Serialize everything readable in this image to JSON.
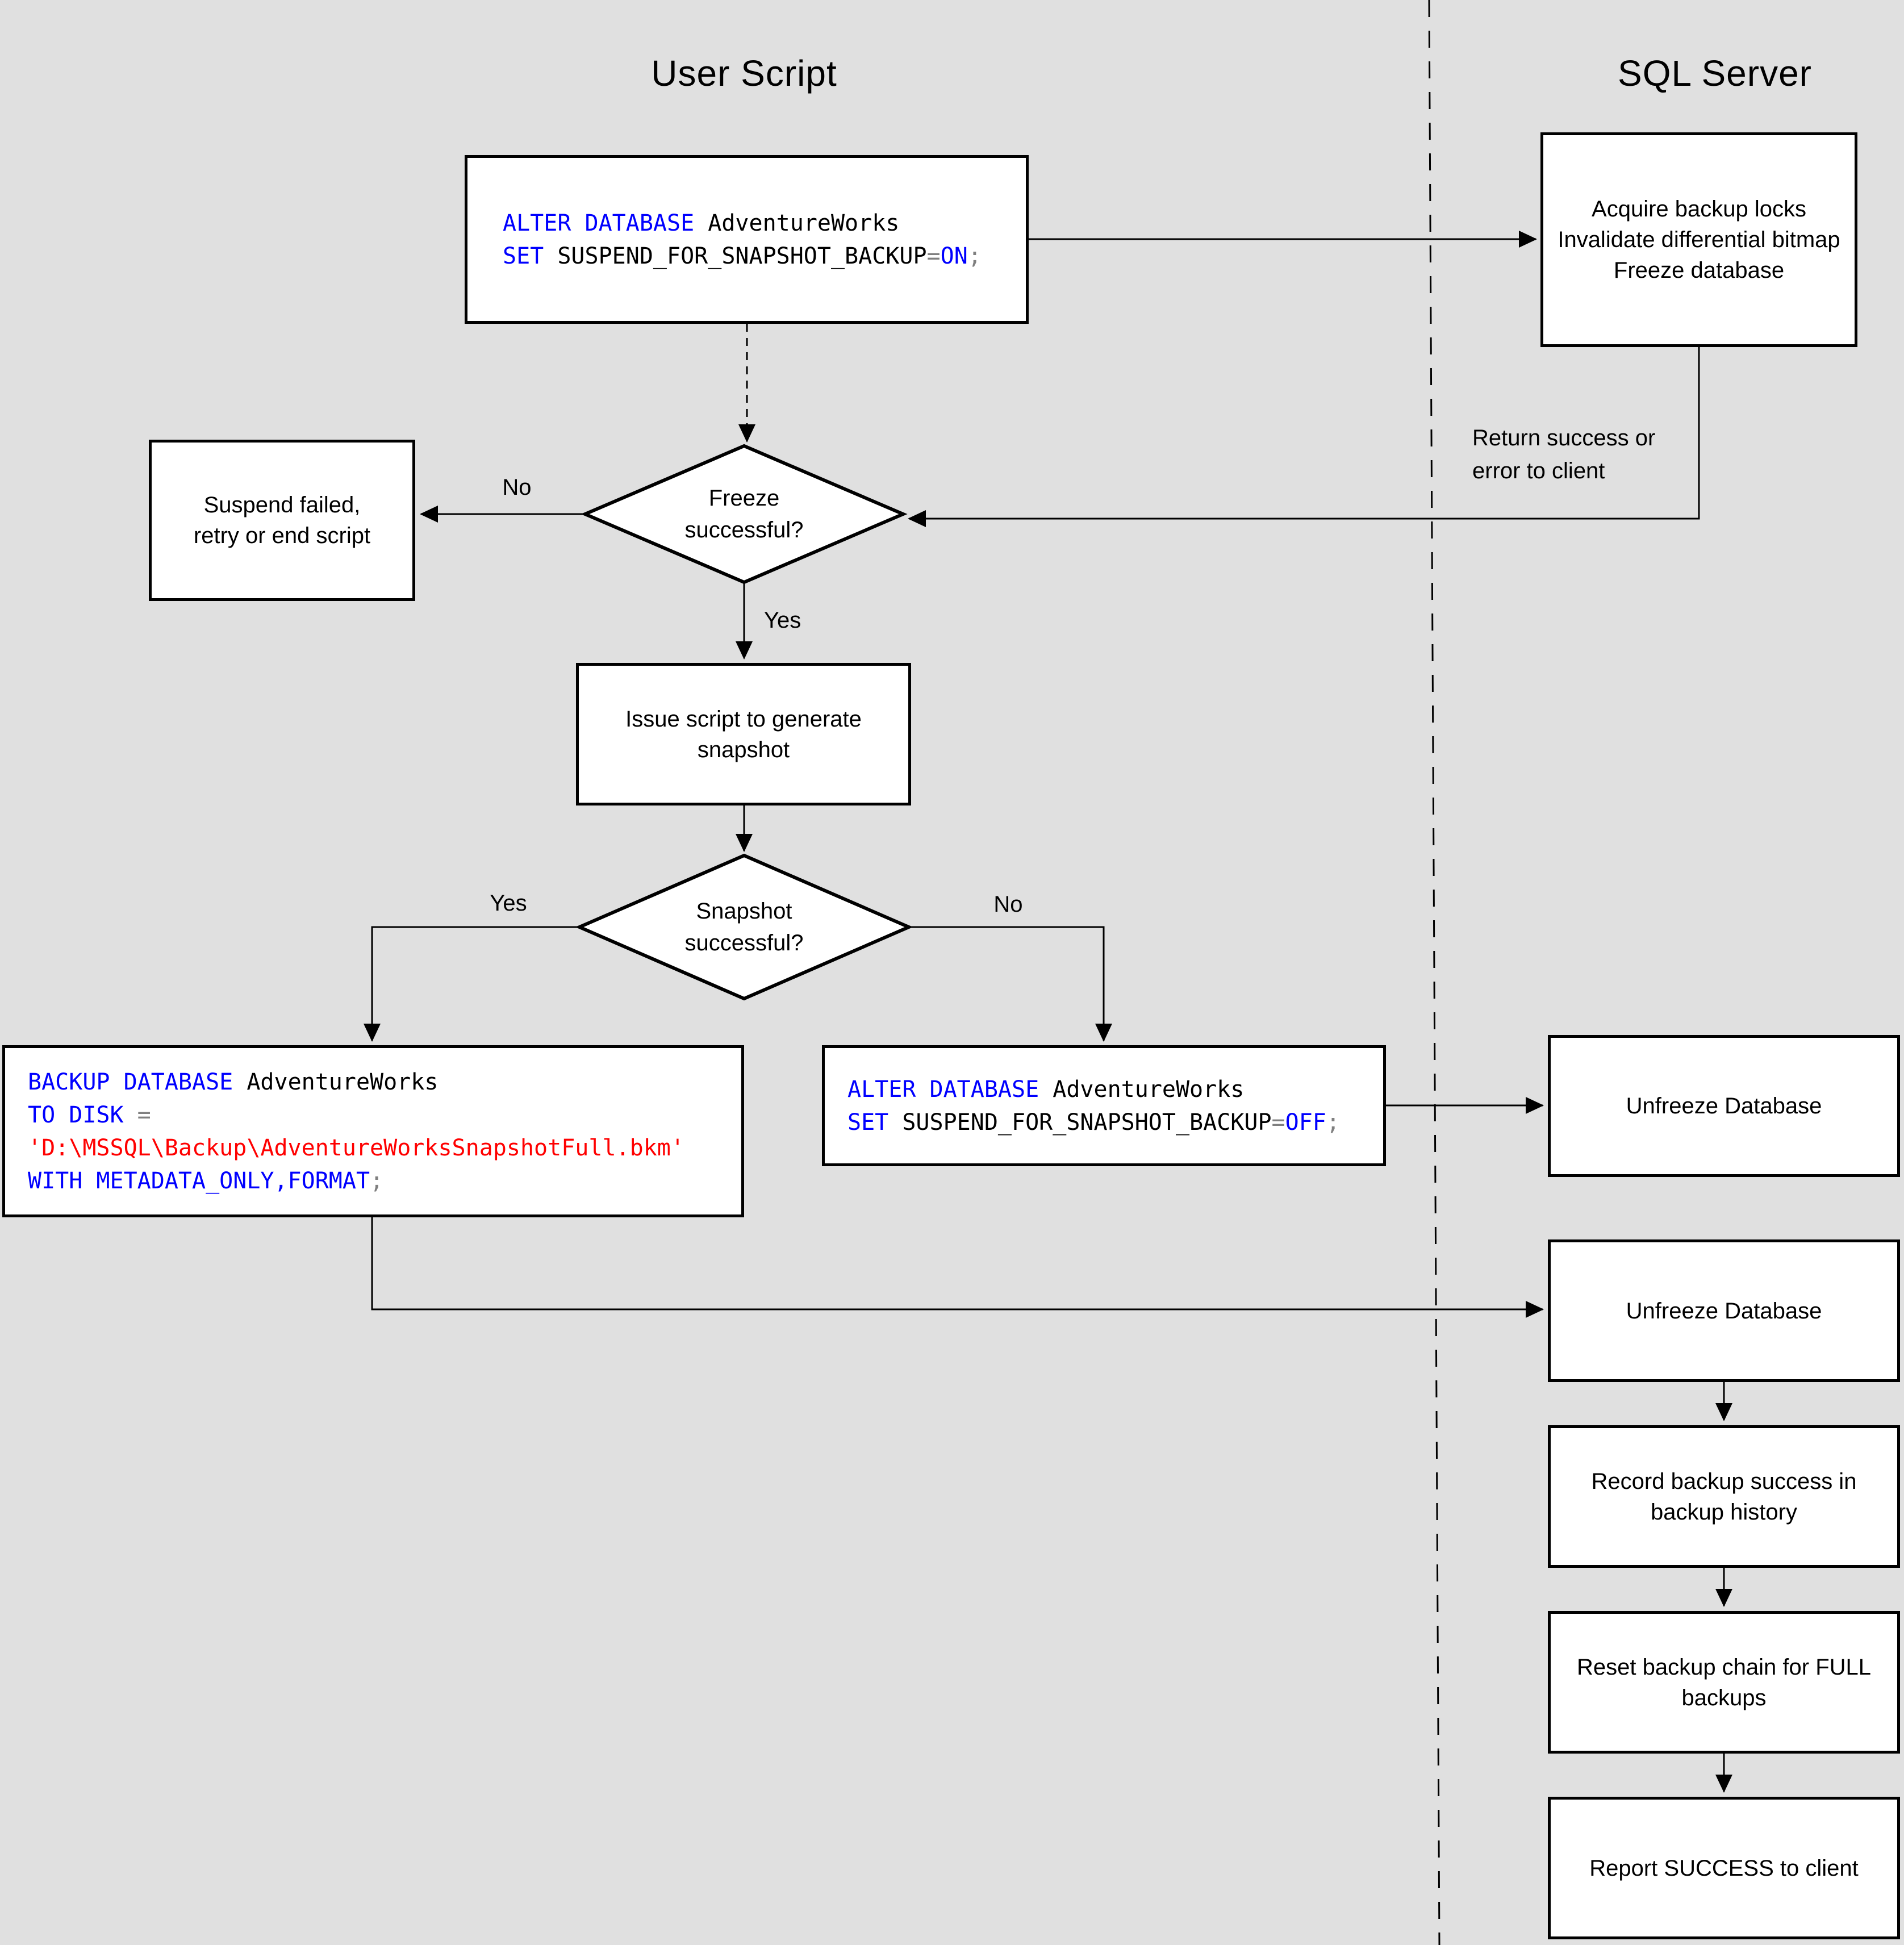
{
  "titles": {
    "user_script": "User Script",
    "sql_server": "SQL Server"
  },
  "colors": {
    "background": "#e0e0e0",
    "keyword": "#0000ff",
    "identifier": "#000000",
    "operator": "#7f7f7f",
    "string": "#ff0000",
    "line": "#000000",
    "node_fill": "#ffffff"
  },
  "user_lane": {
    "code_suspend_on": {
      "l1_kw": "ALTER DATABASE",
      "l1_id": " AdventureWorks",
      "l2_kw": "SET",
      "l2_id": " SUSPEND_FOR_SNAPSHOT_BACKUP",
      "l2_op": "=",
      "l2_kw2": "ON",
      "l2_end": ";"
    },
    "decision_freeze": {
      "line1": "Freeze",
      "line2": "successful?",
      "no_label": "No",
      "yes_label": "Yes"
    },
    "suspend_failed": {
      "line1": "Suspend failed,",
      "line2": "retry or end script"
    },
    "issue_script": {
      "line1": "Issue script to generate",
      "line2": "snapshot"
    },
    "decision_snapshot": {
      "line1": "Snapshot",
      "line2": "successful?",
      "yes_label": "Yes",
      "no_label": "No"
    },
    "code_backup": {
      "l1_kw": "BACKUP DATABASE",
      "l1_id": " AdventureWorks",
      "l2_kw": "TO DISK",
      "l2_op": " =",
      "l3_str": "'D:\\MSSQL\\Backup\\AdventureWorksSnapshotFull.bkm'",
      "l4_kw": "WITH METADATA_ONLY,FORMAT",
      "l4_end": ";"
    },
    "code_suspend_off": {
      "l1_kw": "ALTER DATABASE",
      "l1_id": " AdventureWorks",
      "l2_kw": "SET",
      "l2_id": " SUSPEND_FOR_SNAPSHOT_BACKUP",
      "l2_op": "=",
      "l2_kw2": "OFF",
      "l2_end": ";"
    }
  },
  "server_lane": {
    "acquire": {
      "line1": "Acquire backup locks",
      "line2": "Invalidate differential bitmap",
      "line3": "Freeze database"
    },
    "return_note": {
      "line1": "Return success or",
      "line2": "error to client"
    },
    "unfreeze_top": {
      "label": "Unfreeze Database"
    },
    "unfreeze_bottom": {
      "label": "Unfreeze Database"
    },
    "record_history": {
      "line1": "Record backup success in",
      "line2": "backup history"
    },
    "reset_chain": {
      "line1": "Reset backup chain for FULL",
      "line2": "backups"
    },
    "report_success": {
      "label": "Report SUCCESS to client"
    }
  }
}
